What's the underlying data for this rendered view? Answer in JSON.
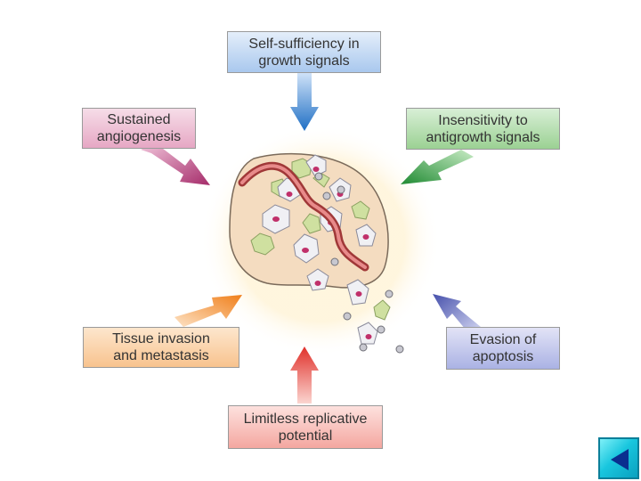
{
  "diagram": {
    "hallmarks": {
      "growth_signals": "Self-sufficiency in\ngrowth signals",
      "angiogenesis": "Sustained\nangiogenesis",
      "antigrowth": "Insensitivity to\nantigrowth signals",
      "invasion": "Tissue invasion\nand metastasis",
      "apoptosis": "Evasion of\napoptosis",
      "replicative": "Limitless replicative\npotential"
    },
    "arrow_colors": {
      "growth_signals": "#2f7fd0",
      "angiogenesis": "#b23e78",
      "antigrowth": "#2e9a3e",
      "invasion": "#f08a2a",
      "apoptosis": "#5560b8",
      "replicative": "#e4403a"
    },
    "tumor_colors": {
      "outline": "#7a6a5a",
      "tissue": "#f4dcc0",
      "vessel": "#c85050",
      "nucleus": "#c0306a",
      "stroma_cell": "#cfe0a0"
    }
  },
  "navigation": {
    "back_button_icon": "left-triangle-icon"
  }
}
